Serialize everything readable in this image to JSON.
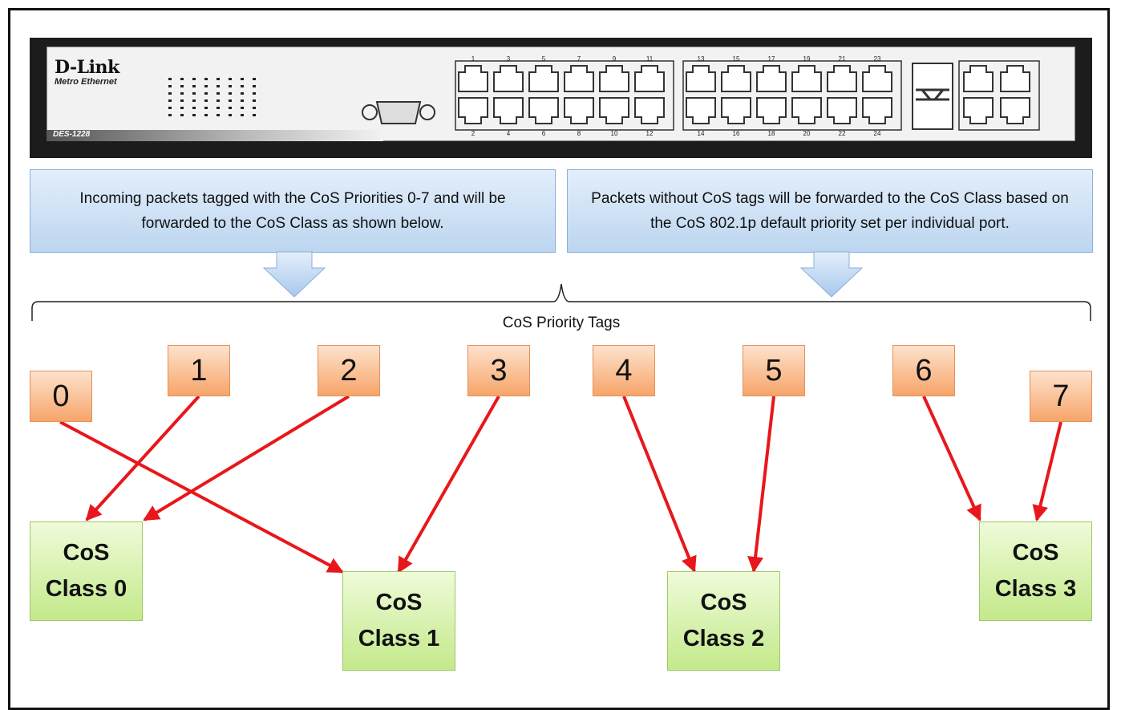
{
  "switch": {
    "brand": "D-Link",
    "brand_sub": "Metro Ethernet",
    "model": "DES-1228",
    "port_numbers_top": [
      "1",
      "3",
      "5",
      "7",
      "9",
      "11",
      "13",
      "15",
      "17",
      "19",
      "21",
      "23"
    ],
    "port_numbers_bottom": [
      "2",
      "4",
      "6",
      "8",
      "10",
      "12",
      "14",
      "16",
      "18",
      "20",
      "22",
      "24"
    ]
  },
  "callouts": {
    "left": "Incoming packets tagged with the CoS Priorities 0-7 and will be forwarded  to the CoS Class as shown below.",
    "right": "Packets without CoS tags will be forwarded to the CoS Class based on the CoS 802.1p default priority set per individual port."
  },
  "brace_label": "CoS Priority Tags",
  "tags": [
    "0",
    "1",
    "2",
    "3",
    "4",
    "5",
    "6",
    "7"
  ],
  "classes": [
    {
      "line1": "CoS",
      "line2": "Class 0"
    },
    {
      "line1": "CoS",
      "line2": "Class 1"
    },
    {
      "line1": "CoS",
      "line2": "Class 2"
    },
    {
      "line1": "CoS",
      "line2": "Class 3"
    }
  ],
  "mapping": [
    {
      "tag": "0",
      "class": "Class 1"
    },
    {
      "tag": "1",
      "class": "Class 0"
    },
    {
      "tag": "2",
      "class": "Class 0"
    },
    {
      "tag": "3",
      "class": "Class 1"
    },
    {
      "tag": "4",
      "class": "Class 2"
    },
    {
      "tag": "5",
      "class": "Class 2"
    },
    {
      "tag": "6",
      "class": "Class 3"
    },
    {
      "tag": "7",
      "class": "Class 3"
    }
  ],
  "colors": {
    "arrow": "#e8171b",
    "tag_fill": "#f7a56a",
    "class_fill": "#c3e98a",
    "callout_fill": "#bcd5f0"
  }
}
